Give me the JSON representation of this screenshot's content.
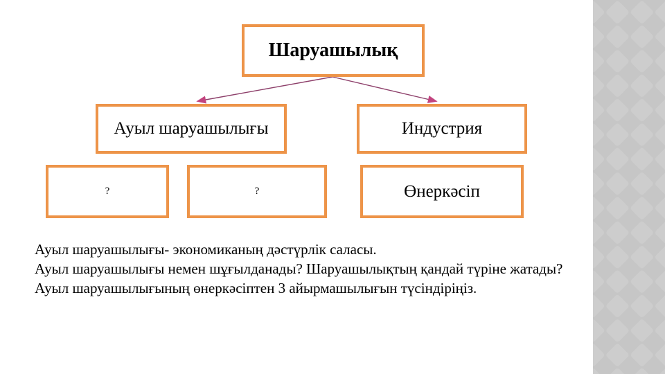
{
  "slide": {
    "diagram": {
      "root": {
        "label": "Шаруашылық"
      },
      "level2": [
        {
          "label": "Ауыл шаруашылығы"
        },
        {
          "label": "Индустрия"
        }
      ],
      "level3": [
        {
          "label": "?"
        },
        {
          "label": "?"
        },
        {
          "label": "Өнеркәсіп"
        }
      ]
    },
    "body_text": {
      "line1": "Ауыл шаруашылығы- экономиканың дәстүрлік саласы.",
      "line2": "Ауыл шаруашылығы немен шұғылданады? Шаруашылықтың қандай түріне жатады?",
      "line3": "Ауыл шаруашылығының өнеркәсіптен 3 айырмашылығын түсіндіріңіз."
    },
    "colors": {
      "background": "#FFFFFF",
      "box_border": "#ED9449",
      "box_fill": "#FFFFFF",
      "text": "#000000",
      "arrow_line": "#8D3F6A",
      "arrow_head": "#C2447F",
      "strip_base": "#C6C6C6",
      "strip_diamond": "#CDCDCD"
    }
  }
}
